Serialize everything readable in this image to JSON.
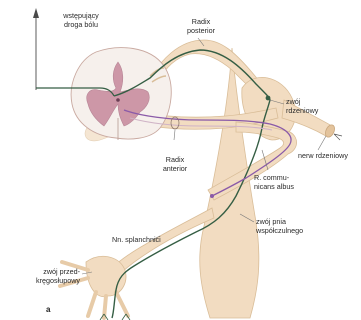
{
  "labels": {
    "ascending_pain_pathway": "wstępujący\ndroga bólu",
    "radix_posterior": "Radix\nposterior",
    "spinal_ganglion": "zwój\nrdzeniowy",
    "radix_anterior": "Radix\nanterior",
    "spinal_nerve": "nerw rdzeniowy",
    "r_communicans_albus": "R. commu-\nnicans albus",
    "nn_splanchnici": "Nn. splanchnici",
    "prevertebral_ganglion": "zwój przed-\nkręgosłupowy",
    "sympathetic_trunk_ganglion": "zwój pnia\nwspółczulnego",
    "panel_letter": "a"
  },
  "colors": {
    "nerve_beige": "#f2dcc1",
    "nerve_edge": "#d9bd98",
    "cord_white": "#f6f0ec",
    "cord_gray": "#c98ea0",
    "fiber_green": "#355e44",
    "fiber_purple": "#8a5aa8",
    "fiber_pink": "#cfb3c6",
    "leader": "#777777"
  }
}
